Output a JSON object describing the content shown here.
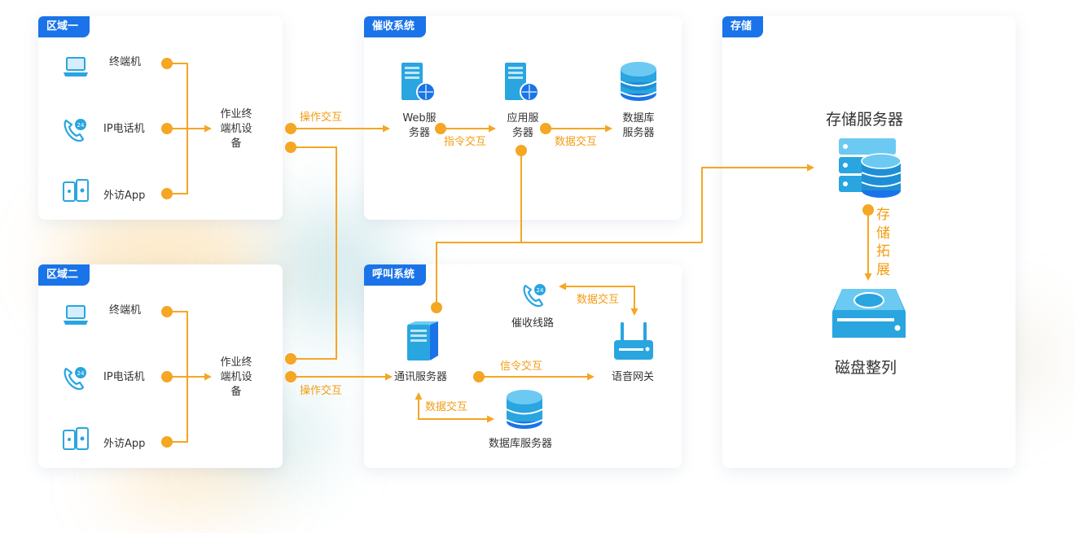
{
  "region1": {
    "tag": "区域一",
    "items": [
      {
        "label": "终端机",
        "icon": "laptop-icon"
      },
      {
        "label": "IP电话机",
        "icon": "ip-phone-icon"
      },
      {
        "label": "外访App",
        "icon": "mobile-app-icon"
      }
    ],
    "device_lines": [
      "作业终",
      "端机设",
      "备"
    ]
  },
  "region2": {
    "tag": "区域二",
    "items": [
      {
        "label": "终端机",
        "icon": "laptop-icon"
      },
      {
        "label": "IP电话机",
        "icon": "ip-phone-icon"
      },
      {
        "label": "外访App",
        "icon": "mobile-app-icon"
      }
    ],
    "device_lines": [
      "作业终",
      "端机设",
      "备"
    ]
  },
  "collection": {
    "tag": "催收系统",
    "web_lines": [
      "Web服",
      "务器"
    ],
    "app_lines": [
      "应用服",
      "务器"
    ],
    "db_lines": [
      "数据库",
      "服务器"
    ]
  },
  "call": {
    "tag": "呼叫系统",
    "comm_server": "通讯服务器",
    "line": "催收线路",
    "gateway": "语音网关",
    "db_server": "数据库服务器"
  },
  "storage": {
    "tag": "存储",
    "server": "存储服务器",
    "disk": "磁盘整列",
    "expand_chars": [
      "存",
      "储",
      "拓",
      "展"
    ]
  },
  "edges": {
    "op1": "操作交互",
    "op2": "操作交互",
    "cmd": "指令交互",
    "data1": "数据交互",
    "data2": "数据交互",
    "signal": "信令交互",
    "data3": "数据交互"
  },
  "colors": {
    "accent": "#f5a623",
    "tag_bg": "#1a73e8",
    "icon_blue": "#29a5e0"
  }
}
